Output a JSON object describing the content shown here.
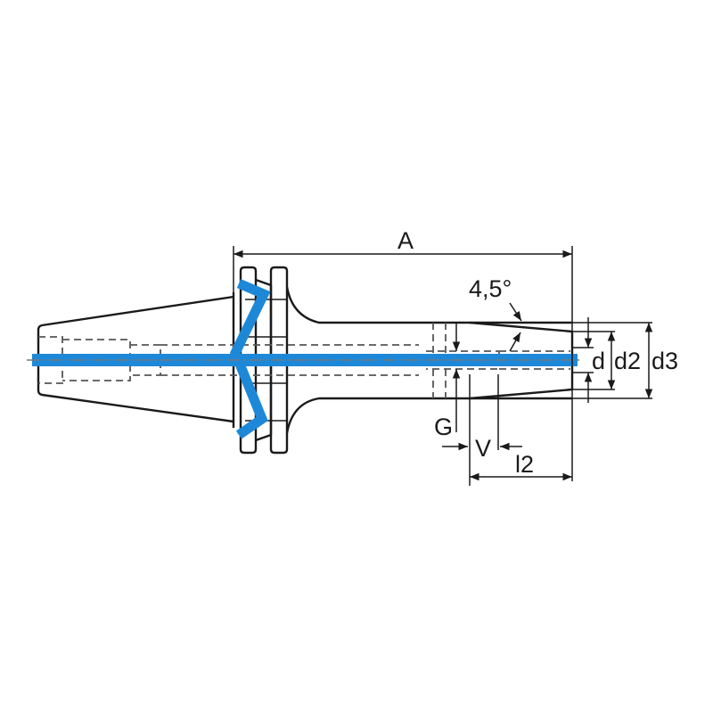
{
  "labels": {
    "A": "A",
    "angle": "4,5°",
    "d": "d",
    "d2": "d2",
    "d3": "d3",
    "G": "G",
    "V": "V",
    "l2": "l2"
  },
  "colors": {
    "coolant_channel": "#1e88d8",
    "outline": "#1a1a1a"
  }
}
